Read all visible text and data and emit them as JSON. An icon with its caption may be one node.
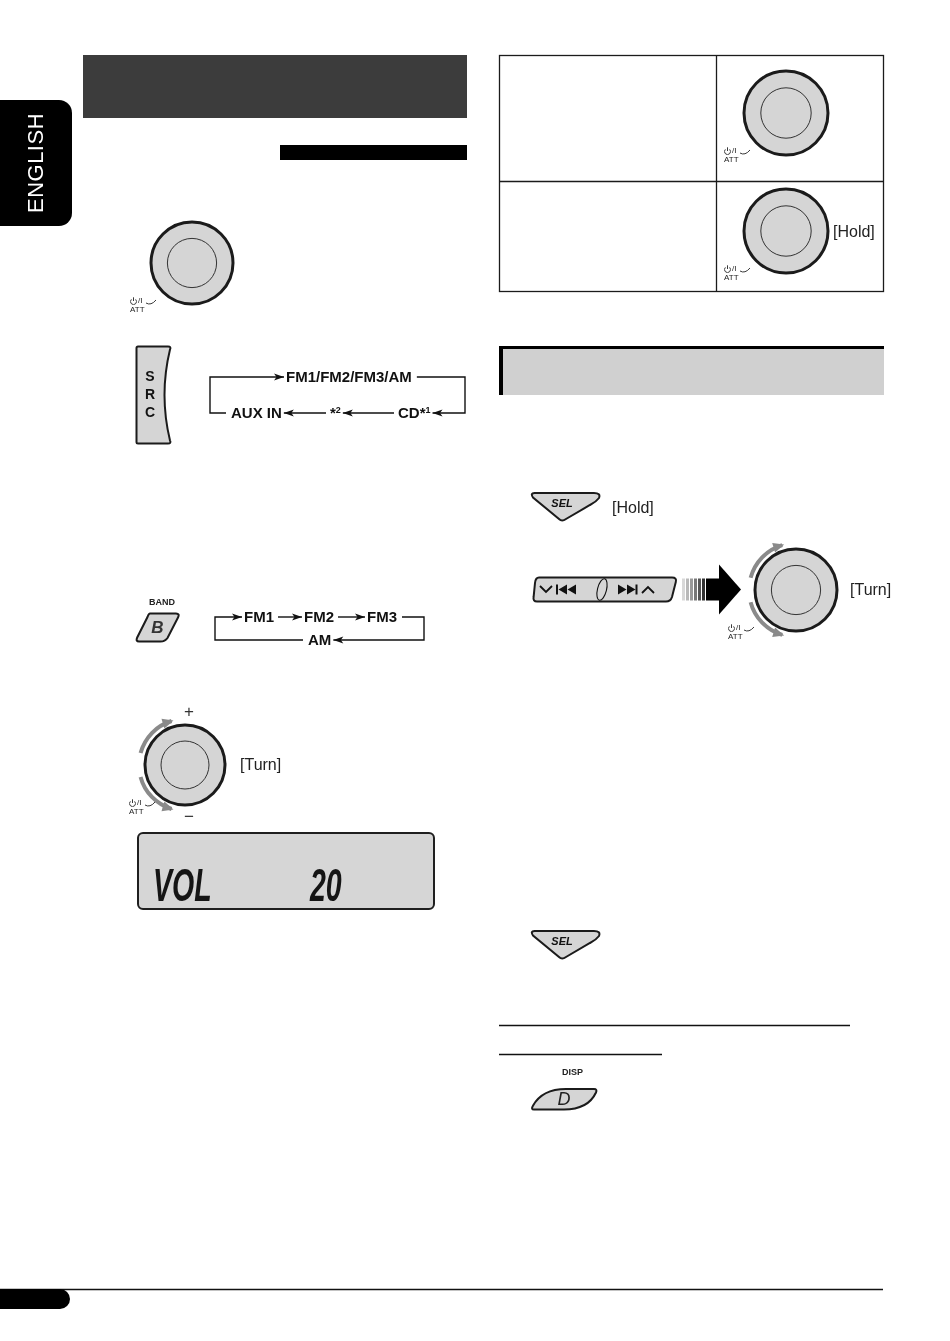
{
  "diagram": {
    "nodes": [
      {
        "text": [
          "ENGLISH"
        ]
      },
      {
        "text": [],
        "shape": "box"
      },
      {
        "text": [],
        "shape": "bar"
      },
      {
        "text": [],
        "shape": "circle",
        "beside": [
          "/I",
          "ATT"
        ]
      },
      {
        "text": [
          "S R C"
        ]
      },
      {
        "text": [
          "FM1/FM2/FM3/AM"
        ]
      },
      {
        "text": [
          "AUX IN"
        ]
      },
      {
        "text": [
          "*$^{2}$"
        ]
      },
      {
        "text": [
          "CD*$^{1}$"
        ]
      },
      {
        "text": [
          "B"
        ],
        "beside": [
          "BAND"
        ]
      },
      {
        "text": [
          "FM1"
        ]
      },
      {
        "text": [
          "FM2"
        ]
      },
      {
        "text": [
          "FM3"
        ]
      },
      {
        "text": [
          "AM"
        ]
      },
      {
        "text": [],
        "shape": "circle",
        "beside": [
          "+",
          "[Turn]",
          "/I",
          "ATT",
          "−"
        ]
      },
      {
        "text": [
          "VOL",
          "20"
        ]
      },
      {
        "text": [],
        "shape": "circle",
        "beside": [
          "/I",
          "ATT"
        ]
      },
      {
        "text": [],
        "shape": "circle",
        "beside": [
          "[Hold]",
          "/I",
          "ATT"
        ]
      },
      {
        "text": [],
        "shape": "box"
      },
      {
        "text": [
          "SEL"
        ],
        "beside": [
          "[Hold]"
        ]
      },
      {
        "text": [],
        "shape": "picture"
      },
      {
        "text": [],
        "shape": "circle",
        "beside": [
          "[Turn]",
          "/I",
          "ATT"
        ]
      },
      {
        "text": [
          "SEL"
        ]
      },
      {
        "text": [
          "D"
        ],
        "beside": [
          "DISP"
        ]
      }
    ],
    "edges": [
      {
        "from": 5,
        "to": 8,
        "arrow": "to"
      },
      {
        "from": 8,
        "to": 7,
        "arrow": "to"
      },
      {
        "from": 7,
        "to": 6,
        "arrow": "to"
      },
      {
        "from": 6,
        "to": 5,
        "arrow": "to"
      },
      {
        "from": 10,
        "to": 11,
        "arrow": "to"
      },
      {
        "from": 11,
        "to": 12,
        "arrow": "to"
      },
      {
        "from": 12,
        "to": 13,
        "arrow": "to"
      },
      {
        "from": 13,
        "to": 10,
        "arrow": "to"
      },
      {
        "from": 20,
        "to": 21,
        "arrow": "to",
        "style": "thick"
      }
    ]
  }
}
